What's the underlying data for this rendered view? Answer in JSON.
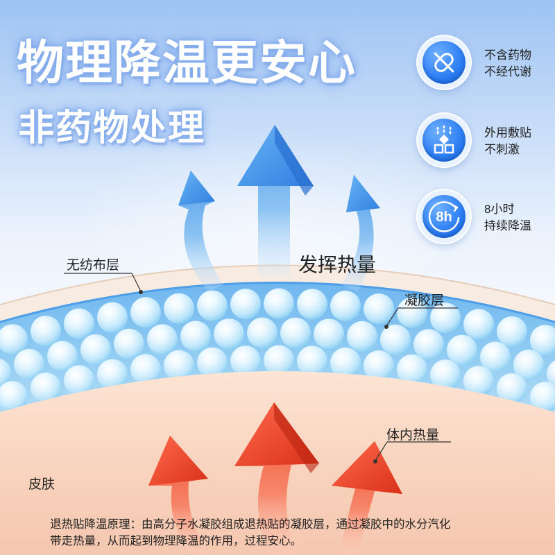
{
  "headline": {
    "line1": "物理降温更安心",
    "line2": "非药物处理"
  },
  "features": [
    {
      "icon": "no-medicine-icon",
      "line1": "不含药物",
      "line2": "不经代谢"
    },
    {
      "icon": "external-patch-icon",
      "line1": "外用敷贴",
      "line2": "不刺激"
    },
    {
      "icon": "8-hours-icon",
      "badge_text": "8h",
      "line1": "8小时",
      "line2": "持续降温"
    }
  ],
  "diagram": {
    "heat_release_label": "发挥热量",
    "nonwoven_layer_label": "无纺布层",
    "gel_layer_label": "凝胶层",
    "body_heat_label": "体内热量",
    "skin_label": "皮肤"
  },
  "caption": {
    "line1": "退热贴降温原理：由高分子水凝胶组成退热贴的凝胶层，通过凝胶中的水分汽化",
    "line2": "带走热量，从而起到物理降温的作用，过程安心。"
  },
  "colors": {
    "title_glow": "#7fa8ea",
    "badge_blue": "#2c7ef3",
    "gel_blue": "#8ecaf2",
    "cool_arrow": "#5aa6ec",
    "heat_arrow": "#f04a30",
    "skin": "#f6cdb8"
  }
}
